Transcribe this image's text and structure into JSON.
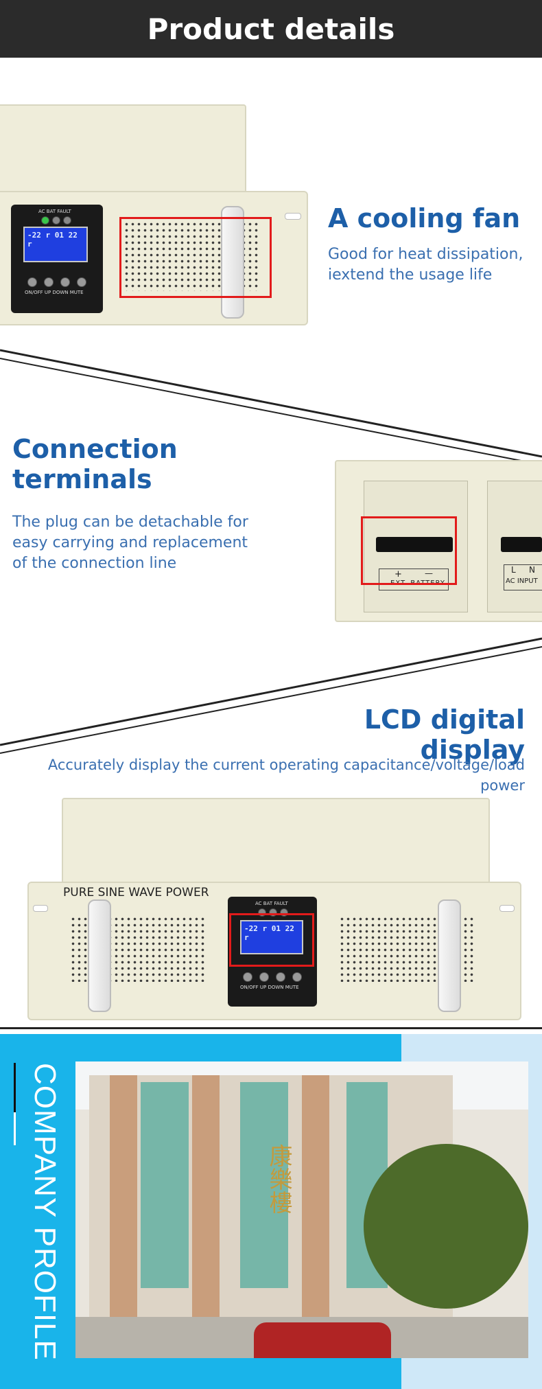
{
  "header": {
    "title": "Product details"
  },
  "cooling_fan": {
    "title": "A cooling fan",
    "desc_line1": "Good for heat dissipation,",
    "desc_line2": "iextend the usage life"
  },
  "connection": {
    "title_line1": "Connection",
    "title_line2": "terminals",
    "desc_line1": "The plug can be detachable for",
    "desc_line2": "easy carrying and replacement",
    "desc_line3": "of the connection line",
    "ext_battery_label": "EXT. BATTERY",
    "ac_input_label": "AC INPUT",
    "plus": "+",
    "minus": "—",
    "l_label": "L",
    "n_label": "N"
  },
  "lcd": {
    "title": "LCD digital display",
    "desc_line1": "Accurately display the current operating capacitance/voltage/load",
    "desc_line2": "power",
    "front_label": "PURE SINE WAVE POWER",
    "screen_text": "-22 r 01 22 r",
    "indicator_labels": "AC  BAT FAULT",
    "button_labels": "ON/OFF  UP  DOWN  MUTE"
  },
  "company": {
    "label": "COMPANY PROFILE",
    "sign": "康樂樓"
  },
  "colors": {
    "accent_blue": "#1d5fa8",
    "header_bg": "#2b2b2b",
    "company_bg": "#19b4ea",
    "highlight_red": "#e21b1b"
  }
}
